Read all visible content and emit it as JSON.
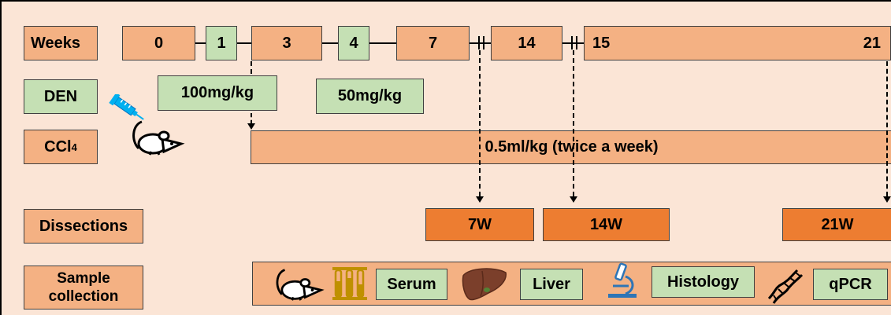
{
  "rows": {
    "weeks": "Weeks",
    "den": "DEN",
    "ccl4_base": "CCl",
    "ccl4_sub": "4",
    "dissections": "Dissections",
    "sample_1": "Sample",
    "sample_2": "collection"
  },
  "timeline": {
    "w0": "0",
    "w1": "1",
    "w3": "3",
    "w4": "4",
    "w7": "7",
    "w14": "14",
    "w15": "15",
    "w21": "21"
  },
  "den_doses": {
    "first": "100mg/kg",
    "second": "50mg/kg"
  },
  "ccl4_dose": "0.5ml/kg (twice a week)",
  "dissection_points": {
    "d7": "7W",
    "d14": "14W",
    "d21": "21W"
  },
  "samples": {
    "serum": "Serum",
    "liver": "Liver",
    "histology": "Histology",
    "qpcr": "qPCR"
  },
  "icons": [
    "syringe-icon",
    "mouse-icon",
    "test-tubes-icon",
    "liver-icon",
    "microscope-icon",
    "dna-icon"
  ],
  "colors": {
    "background": "#fbe5d6",
    "orange": "#f4b183",
    "green": "#c5e0b4",
    "dark_orange": "#ed7d31",
    "syringe": "#00b0f0",
    "tubes": "#bf9000"
  }
}
